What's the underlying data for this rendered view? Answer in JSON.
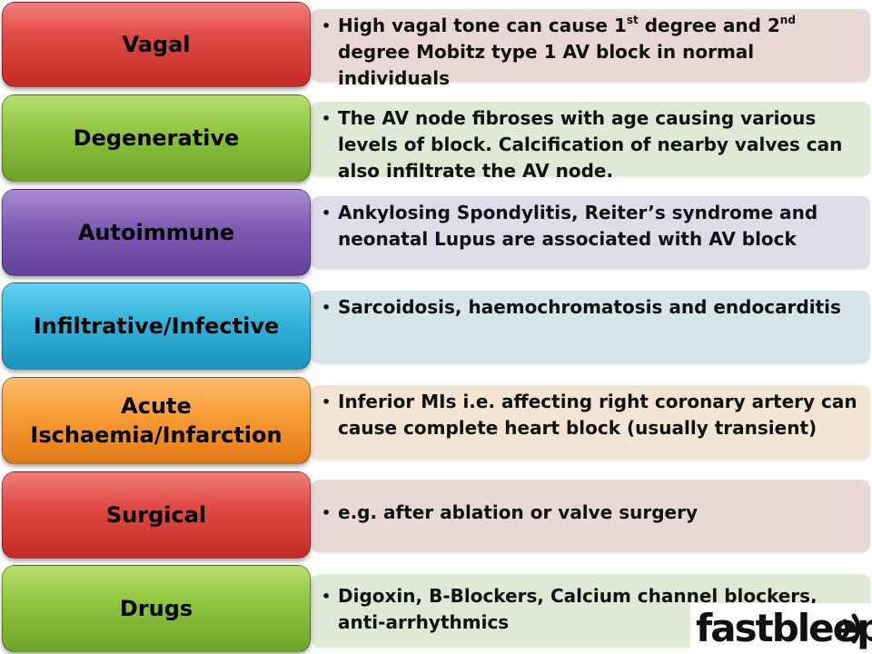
{
  "rows": [
    {
      "label": "Vagal",
      "text_pre": "High vagal tone can cause 1",
      "sup1": "st",
      "text_mid": " degree and 2",
      "sup2": "nd",
      "text_post": " degree Mobitz type 1 AV block in normal individuals"
    },
    {
      "label": "Degenerative",
      "text": "The AV node fibroses with age causing various levels of block. Calcification of nearby valves can also infiltrate the AV node."
    },
    {
      "label": "Autoimmune",
      "text": "Ankylosing Spondylitis, Reiter’s syndrome and neonatal Lupus are associated with AV block"
    },
    {
      "label": "Infiltrative/Infective",
      "text": "Sarcoidosis, haemochromatosis and endocarditis"
    },
    {
      "label": "Acute\nIschaemia/Infarction",
      "text": "Inferior MIs i.e. affecting right coronary artery can cause complete heart block (usually transient)"
    },
    {
      "label": "Surgical",
      "text": "e.g. after ablation or valve surgery"
    },
    {
      "label": "Drugs",
      "text": "Digoxin, B-Blockers, Calcium channel blockers, anti-arrhythmics"
    }
  ],
  "bullet_char": "•",
  "logo": {
    "text": "fastbleep"
  },
  "colors": {
    "red": "#df4a45",
    "green": "#8dc33e",
    "purple": "#7e5ab3",
    "blue": "#33b3da",
    "orange": "#f89c35"
  }
}
